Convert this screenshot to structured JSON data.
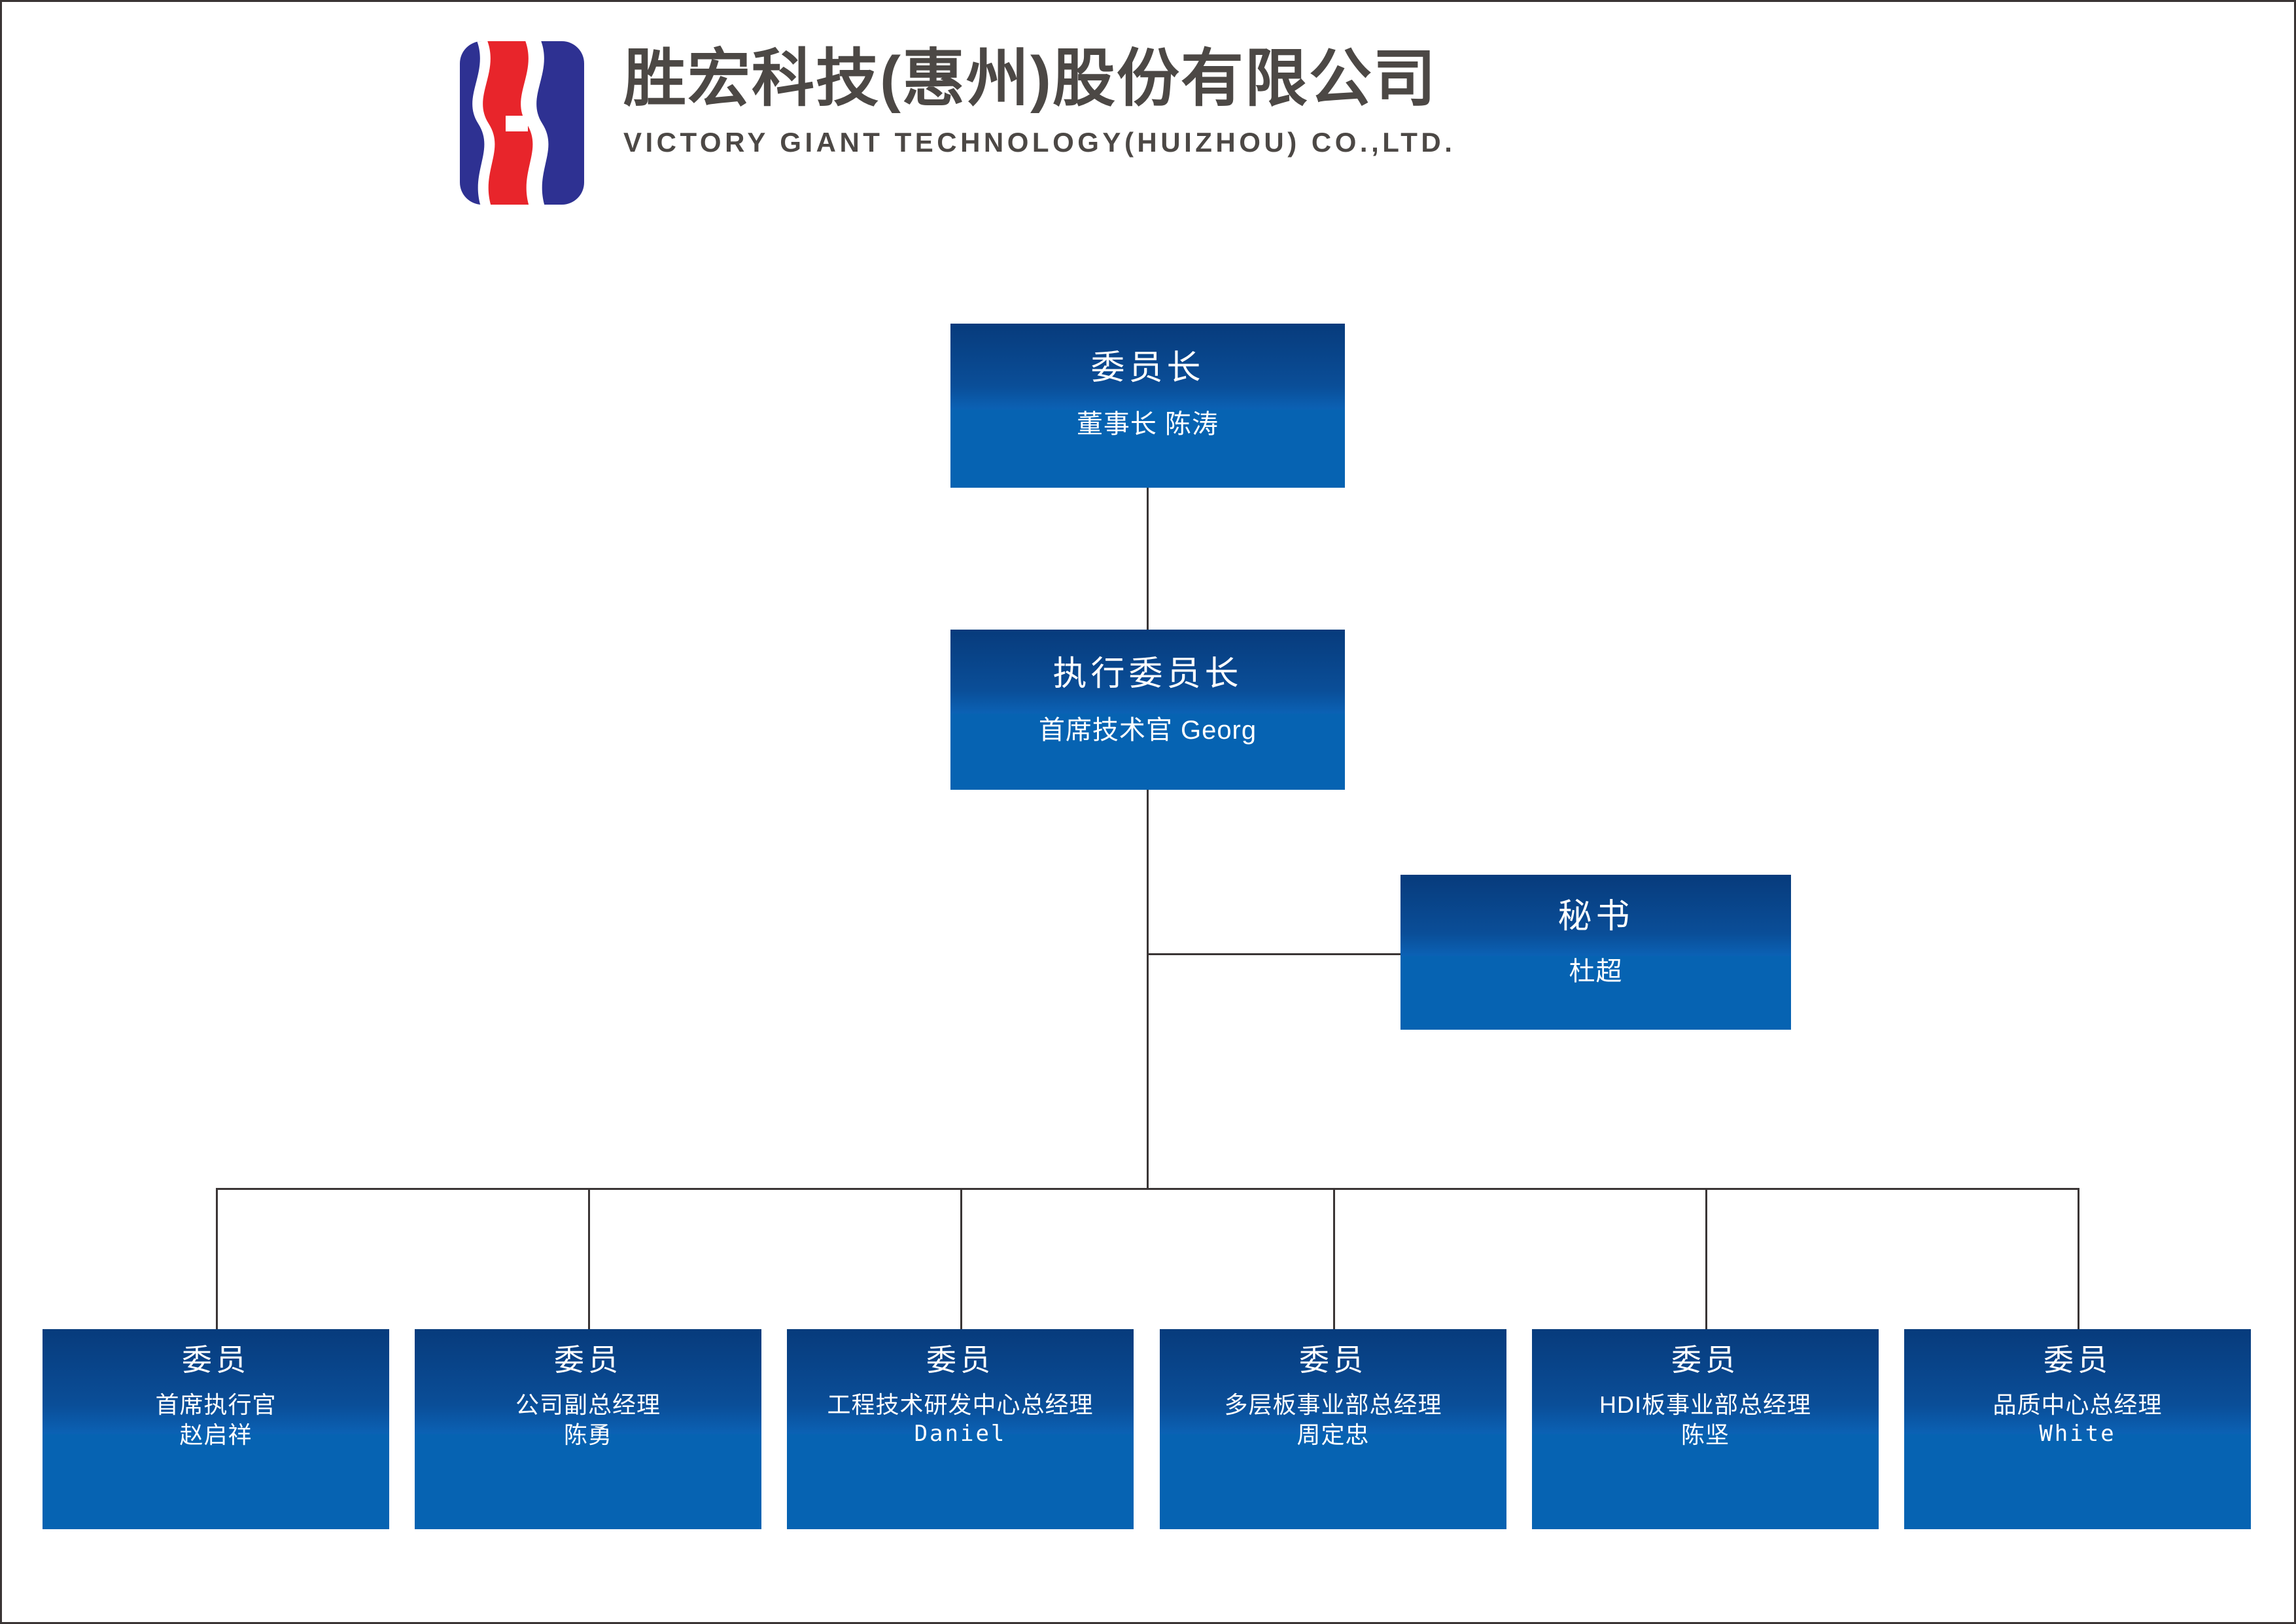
{
  "header": {
    "logo_name": "victory-giant-logo",
    "title_cn": "胜宏科技(惠州)股份有限公司",
    "title_en": "VICTORY GIANT TECHNOLOGY(HUIZHOU) CO.,LTD.",
    "logo_colors": {
      "blue": "#2e3192",
      "red": "#e8252b",
      "white": "#ffffff"
    }
  },
  "colors": {
    "node_top": "#073b7c",
    "node_bottom": "#0663b2",
    "node_text": "#ffffff",
    "connector": "#3a3535",
    "heading_text": "#4c4845",
    "background": "#ffffff"
  },
  "chart_data": {
    "type": "org-chart",
    "title": "胜宏科技(惠州)股份有限公司 组织架构",
    "nodes": [
      {
        "id": "chairman",
        "level": 0,
        "title": "委员长",
        "lines": [
          "董事长 陈涛"
        ],
        "role": "董事长",
        "name": "陈涛"
      },
      {
        "id": "executive-chairman",
        "level": 1,
        "title": "执行委员长",
        "lines": [
          "首席技术官 Georg"
        ],
        "role": "首席技术官",
        "name": "Georg"
      },
      {
        "id": "secretary",
        "level": 2,
        "title": "秘书",
        "lines": [
          "杜超"
        ],
        "role": "秘书",
        "name": "杜超"
      },
      {
        "id": "member-1",
        "level": 3,
        "title": "委员",
        "lines": [
          "首席执行官",
          "赵启祥"
        ],
        "role": "首席执行官",
        "name": "赵启祥"
      },
      {
        "id": "member-2",
        "level": 3,
        "title": "委员",
        "lines": [
          "公司副总经理",
          "陈勇"
        ],
        "role": "公司副总经理",
        "name": "陈勇"
      },
      {
        "id": "member-3",
        "level": 3,
        "title": "委员",
        "lines": [
          "工程技术研发中心总经理",
          "Daniel"
        ],
        "role": "工程技术研发中心总经理",
        "name": "Daniel"
      },
      {
        "id": "member-4",
        "level": 3,
        "title": "委员",
        "lines": [
          "多层板事业部总经理",
          "周定忠"
        ],
        "role": "多层板事业部总经理",
        "name": "周定忠"
      },
      {
        "id": "member-5",
        "level": 3,
        "title": "委员",
        "lines": [
          "HDI板事业部总经理",
          "陈坚"
        ],
        "role": "HDI板事业部总经理",
        "name": "陈坚"
      },
      {
        "id": "member-6",
        "level": 3,
        "title": "委员",
        "lines": [
          "品质中心总经理",
          "White"
        ],
        "role": "品质中心总经理",
        "name": "White"
      }
    ],
    "edges": [
      {
        "from": "chairman",
        "to": "executive-chairman"
      },
      {
        "from": "executive-chairman",
        "to": "secretary"
      },
      {
        "from": "executive-chairman",
        "to": "member-1"
      },
      {
        "from": "executive-chairman",
        "to": "member-2"
      },
      {
        "from": "executive-chairman",
        "to": "member-3"
      },
      {
        "from": "executive-chairman",
        "to": "member-4"
      },
      {
        "from": "executive-chairman",
        "to": "member-5"
      },
      {
        "from": "executive-chairman",
        "to": "member-6"
      }
    ]
  }
}
